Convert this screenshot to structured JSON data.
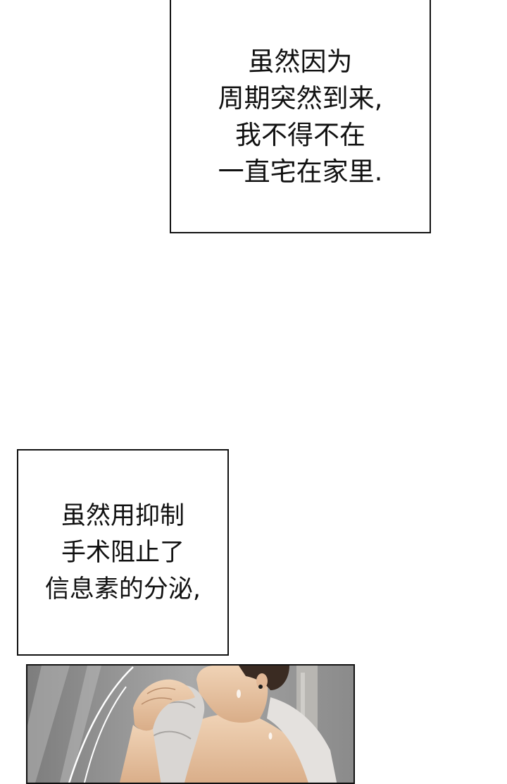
{
  "captions": [
    {
      "lines": [
        "虽然因为",
        "周期突然到来,",
        "我不得不在",
        "一直宅在家里."
      ]
    },
    {
      "lines": [
        "虽然用抑制",
        "手术阻止了",
        "信息素的分泌,"
      ]
    }
  ],
  "panel": {
    "description_icon": "comic-illustration",
    "colors": {
      "background": "#8f8f8f",
      "skin": "#e7c7a8",
      "towel": "#d9d6d3",
      "hair": "#3a2b22"
    }
  }
}
